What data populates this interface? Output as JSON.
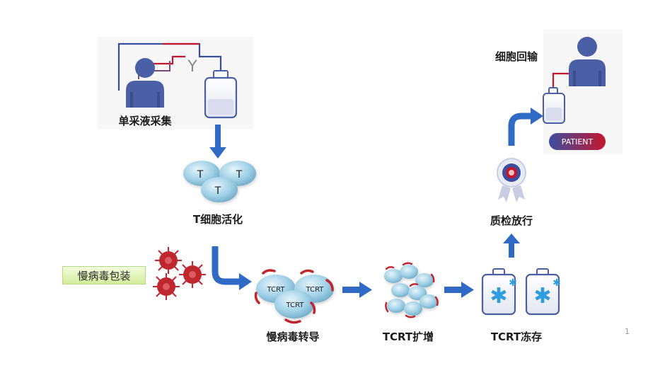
{
  "steps": {
    "apheresis": "单采液采集",
    "t_activation": "T细胞活化",
    "lentivirus_package": "慢病毒包装",
    "lentivirus_transduction": "慢病毒转导",
    "tcrt_expansion": "TCRT扩增",
    "tcrt_freeze": "TCRT冻存",
    "qc_release": "质检放行",
    "cell_infusion": "细胞回输"
  },
  "cell_labels": {
    "t_cell": "T",
    "tcrt_cell": "TCRT"
  },
  "patient_badge": "PATIENT",
  "y_connector": "Y",
  "page_number": "1",
  "colors": {
    "person": "#4a5fa6",
    "arrow": "#2f6bc4",
    "cell_blue": "#a9d6ea",
    "virus_red": "#c0262d",
    "badge_left": "#3c4ea0",
    "badge_right": "#c4172c"
  }
}
